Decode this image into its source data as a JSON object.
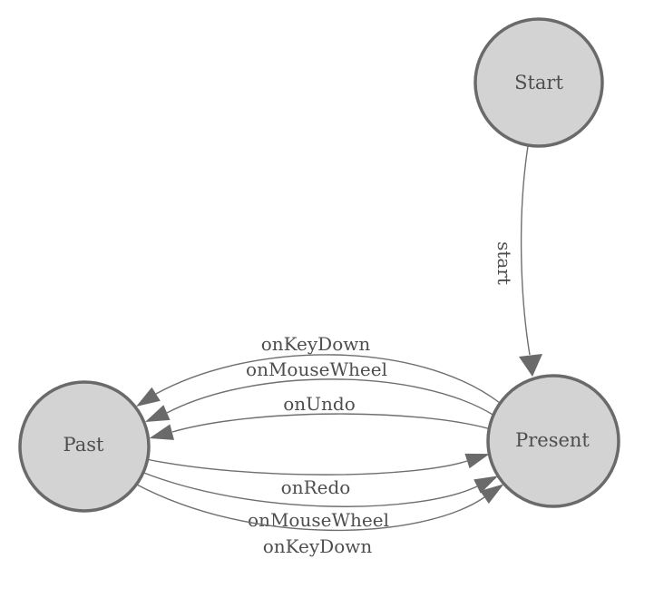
{
  "diagram": {
    "type": "state-machine-graph",
    "background": "#ffffff",
    "colors": {
      "background": "#ffffff",
      "node_fill": "#d3d3d3",
      "node_stroke": "#6a6a6a",
      "edge_stroke": "#6f6f6f",
      "arrow_fill": "#6a6a6a",
      "label_color": "#4e4e4e"
    },
    "nodes": [
      {
        "id": "start",
        "label": "Start"
      },
      {
        "id": "past",
        "label": "Past"
      },
      {
        "id": "present",
        "label": "Present"
      }
    ],
    "edges": [
      {
        "from": "Start",
        "to": "Present",
        "label": "start"
      },
      {
        "from": "Present",
        "to": "Past",
        "label": "onKeyDown"
      },
      {
        "from": "Present",
        "to": "Past",
        "label": "onMouseWheel"
      },
      {
        "from": "Present",
        "to": "Past",
        "label": "onUndo"
      },
      {
        "from": "Past",
        "to": "Present",
        "label": "onRedo"
      },
      {
        "from": "Past",
        "to": "Present",
        "label": "onMouseWheel"
      },
      {
        "from": "Past",
        "to": "Present",
        "label": "onKeyDown"
      }
    ]
  }
}
